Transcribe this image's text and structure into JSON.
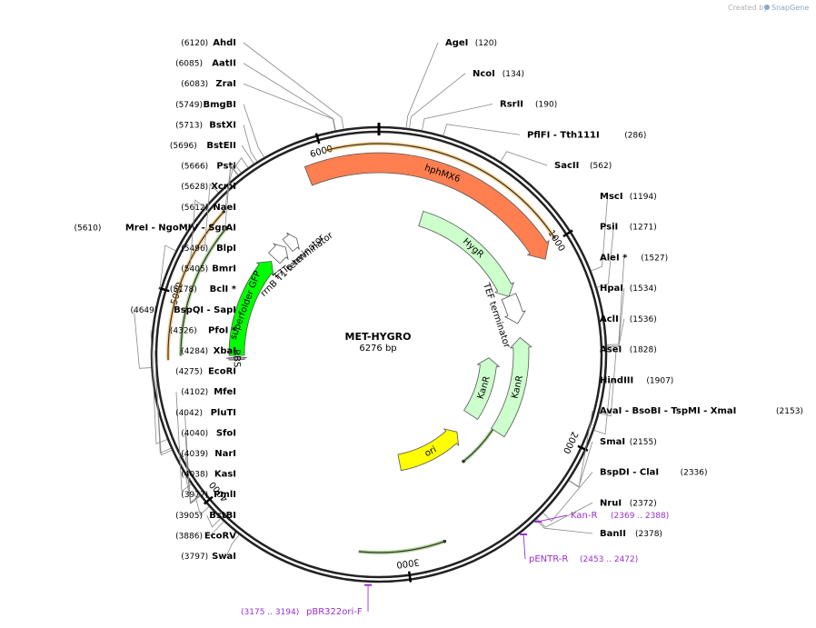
{
  "watermark": {
    "prefix": "Created by",
    "brand": "SnapGene"
  },
  "plasmid": {
    "name": "MET-HYGRO",
    "length_label": "6276 bp",
    "length": 6276
  },
  "ruler": [
    {
      "bp": 1000,
      "label": "1000"
    },
    {
      "bp": 2000,
      "label": "2000"
    },
    {
      "bp": 3000,
      "label": "3000"
    },
    {
      "bp": 4000,
      "label": "4000"
    },
    {
      "bp": 5000,
      "label": "5000"
    },
    {
      "bp": 6000,
      "label": "6000"
    }
  ],
  "features": [
    {
      "name": "hphMX6",
      "start": 5900,
      "end": 1050,
      "strand": 1,
      "color": "#ff7f50",
      "ring": 0
    },
    {
      "name": "HygR",
      "start": 300,
      "end": 1150,
      "strand": 1,
      "color": "#ccffcc",
      "ring": 1
    },
    {
      "name": "TEF terminator",
      "start": 1150,
      "end": 1350,
      "strand": 1,
      "color": "#ffffff",
      "ring": 1
    },
    {
      "name": "KanR",
      "start": 1600,
      "end": 2150,
      "strand": -1,
      "color": "#ccffcc",
      "ring": 2
    },
    {
      "name": "KanR",
      "start": 1450,
      "end": 2150,
      "strand": -1,
      "color": "#ccffcc",
      "ring": 1
    },
    {
      "name": "ori",
      "start": 2350,
      "end": 2950,
      "strand": -1,
      "color": "#ffff00",
      "ring": 2
    },
    {
      "name": "superfolder GFP",
      "start": 4700,
      "end": 5420,
      "strand": 1,
      "color": "#00ff00",
      "ring": 1
    },
    {
      "name": "RBS",
      "start": 4670,
      "end": 4690,
      "strand": 1,
      "color": "#aaaaaa",
      "ring": 1
    },
    {
      "name": "rrnB T1 terminator",
      "start": 5450,
      "end": 5560,
      "strand": 1,
      "color": "#ffffff",
      "ring": 1
    },
    {
      "name": "T7Te terminator",
      "start": 5580,
      "end": 5660,
      "strand": 1,
      "color": "#ffffff",
      "ring": 1
    }
  ],
  "orfs": [
    {
      "start": 6020,
      "end": 980,
      "strand": 1,
      "ring": 0,
      "color": "#f5a623"
    },
    {
      "start": 6080,
      "end": 720,
      "strand": -1,
      "ring": 1,
      "color": "#6db33f"
    },
    {
      "start": 1850,
      "end": 2470,
      "strand": 1,
      "ring": 2,
      "color": "#6db33f"
    },
    {
      "start": 2800,
      "end": 3240,
      "strand": -1,
      "ring": 1,
      "color": "#6db33f"
    },
    {
      "start": 4700,
      "end": 5400,
      "strand": 1,
      "ring": 1,
      "color": "#6db33f"
    },
    {
      "start": 4680,
      "end": 5450,
      "strand": 1,
      "ring": 0,
      "color": "#f5a623"
    }
  ],
  "sites_right": [
    {
      "name": "AgeI",
      "pos": "(120)",
      "bp": 120
    },
    {
      "name": "NcoI",
      "pos": "(134)",
      "bp": 134
    },
    {
      "name": "RsrII",
      "pos": "(190)",
      "bp": 190
    },
    {
      "name": "PflFI  - Tth111I",
      "pos": "(286)",
      "bp": 286
    },
    {
      "name": "SacII",
      "pos": "(562)",
      "bp": 562
    },
    {
      "name": "MscI",
      "pos": "(1194)",
      "bp": 1194
    },
    {
      "name": "PsiI",
      "pos": "(1271)",
      "bp": 1271
    },
    {
      "name": "AleI *",
      "pos": "(1527)",
      "bp": 1527
    },
    {
      "name": "HpaI",
      "pos": "(1534)",
      "bp": 1534
    },
    {
      "name": "AclI",
      "pos": "(1536)",
      "bp": 1536
    },
    {
      "name": "AseI",
      "pos": "(1828)",
      "bp": 1828
    },
    {
      "name": "HindIII",
      "pos": "(1907)",
      "bp": 1907
    },
    {
      "name": "AvaI  - BsoBI  - TspMI  - XmaI",
      "pos": "(2153)",
      "bp": 2153
    },
    {
      "name": "SmaI",
      "pos": "(2155)",
      "bp": 2155
    },
    {
      "name": "BspDI  - ClaI",
      "pos": "(2336)",
      "bp": 2336
    },
    {
      "name": "NruI",
      "pos": "(2372)",
      "bp": 2372
    },
    {
      "name": "BanII",
      "pos": "(2378)",
      "bp": 2378
    }
  ],
  "sites_left": [
    {
      "name": "AhdI",
      "pos": "(6120)",
      "bp": 6120
    },
    {
      "name": "AatII",
      "pos": "(6085)",
      "bp": 6085
    },
    {
      "name": "ZraI",
      "pos": "(6083)",
      "bp": 6083
    },
    {
      "name": "BmgBI",
      "pos": "(5749)",
      "bp": 5749
    },
    {
      "name": "BstXI",
      "pos": "(5713)",
      "bp": 5713
    },
    {
      "name": "BstEII",
      "pos": "(5696)",
      "bp": 5696
    },
    {
      "name": "PstI",
      "pos": "(5666)",
      "bp": 5666
    },
    {
      "name": "XcmI",
      "pos": "(5628)",
      "bp": 5628
    },
    {
      "name": "NaeI",
      "pos": "(5612)",
      "bp": 5612
    },
    {
      "name": "MreI  - NgoMIV  - SgrAI",
      "pos": "(5610)",
      "bp": 5610
    },
    {
      "name": "BlpI",
      "pos": "(5496)",
      "bp": 5496
    },
    {
      "name": "BmrI",
      "pos": "(5405)",
      "bp": 5405
    },
    {
      "name": "BclI *",
      "pos": "(5178)",
      "bp": 5178
    },
    {
      "name": "BspQI  - SapI",
      "pos": "(4649)",
      "bp": 4649
    },
    {
      "name": "PfoI *",
      "pos": "(4326)",
      "bp": 4326
    },
    {
      "name": "XbaI",
      "pos": "(4284)",
      "bp": 4284
    },
    {
      "name": "EcoRI",
      "pos": "(4275)",
      "bp": 4275
    },
    {
      "name": "MfeI",
      "pos": "(4102)",
      "bp": 4102
    },
    {
      "name": "PluTI",
      "pos": "(4042)",
      "bp": 4042
    },
    {
      "name": "SfoI",
      "pos": "(4040)",
      "bp": 4040
    },
    {
      "name": "NarI",
      "pos": "(4039)",
      "bp": 4039
    },
    {
      "name": "KasI",
      "pos": "(4038)",
      "bp": 4038
    },
    {
      "name": "PmlI",
      "pos": "(3977)",
      "bp": 3977
    },
    {
      "name": "BstBI",
      "pos": "(3905)",
      "bp": 3905
    },
    {
      "name": "EcoRV",
      "pos": "(3886)",
      "bp": 3886
    },
    {
      "name": "SwaI",
      "pos": "(3797)",
      "bp": 3797
    }
  ],
  "primers": [
    {
      "name": "Kan-R",
      "pos": "(2369 .. 2388)",
      "bp": 2378
    },
    {
      "name": "pENTR-R",
      "pos": "(2453 .. 2472)",
      "bp": 2462
    },
    {
      "name": "pBR322ori-F",
      "pos": "(3175 .. 3194)",
      "bp": 3185
    }
  ]
}
